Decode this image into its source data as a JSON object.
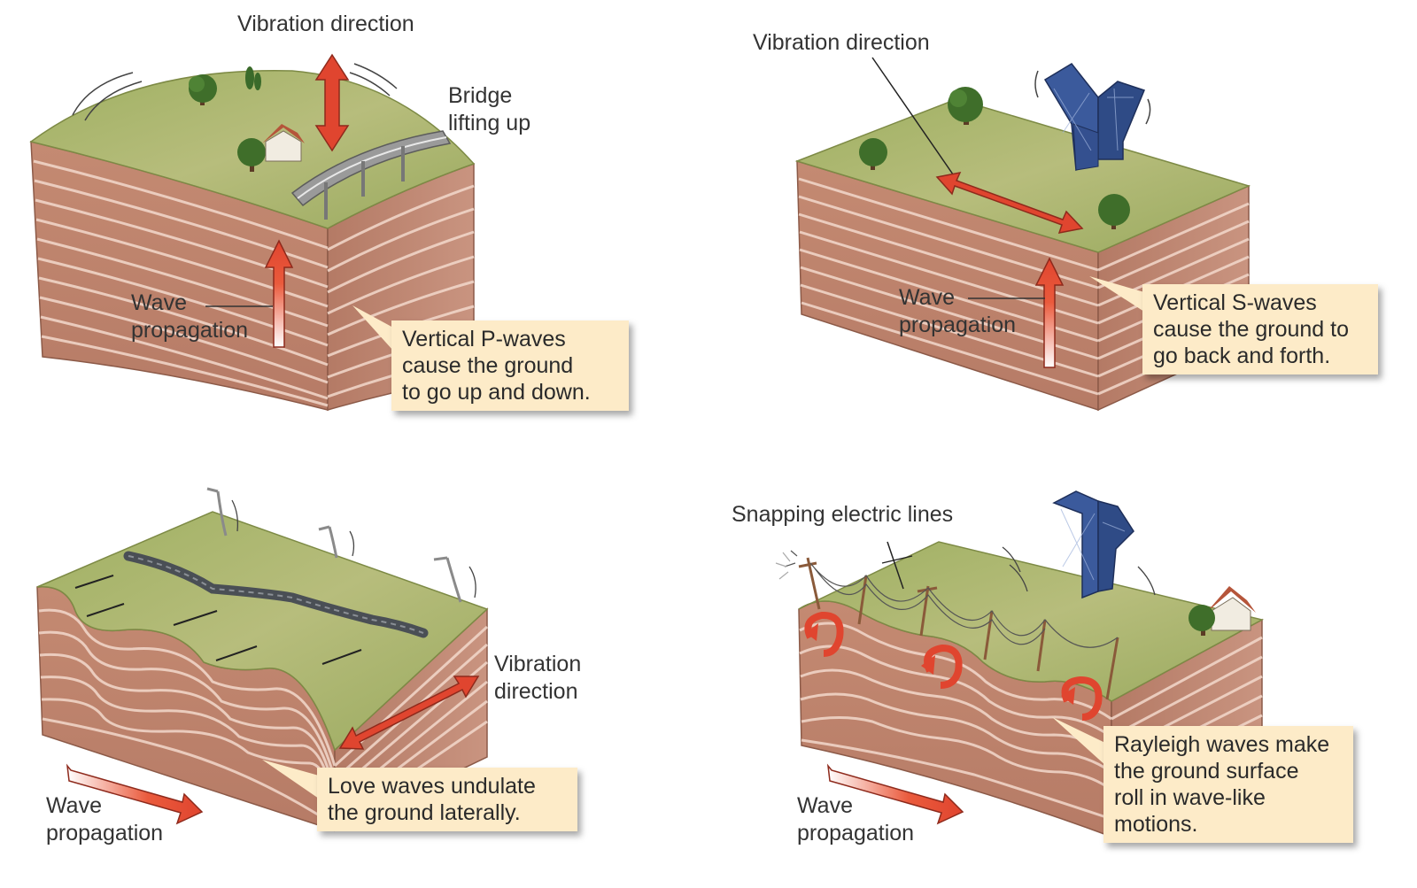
{
  "panels": {
    "p_wave": {
      "vibration_label": "Vibration direction",
      "bridge_label": "Bridge\nlifting up",
      "propagation_label": "Wave\npropagation",
      "callout": "Vertical P-waves\ncause the ground\nto go up and down."
    },
    "s_wave": {
      "vibration_label": "Vibration direction",
      "propagation_label": "Wave\npropagation",
      "callout": "Vertical S-waves\ncause the ground to\ngo back and forth."
    },
    "love_wave": {
      "vibration_label": "Vibration\ndirection",
      "propagation_label": "Wave\npropagation",
      "callout": "Love waves undulate\nthe ground laterally."
    },
    "rayleigh_wave": {
      "lines_label": "Snapping electric lines",
      "propagation_label": "Wave\npropagation",
      "callout": "Rayleigh waves make\nthe ground surface\nroll in wave-like\nmotions."
    }
  },
  "colors": {
    "earth": "#c98f77",
    "earth_side": "#b27865",
    "strata": "#f1d6c8",
    "grass": "#a3b36a",
    "arrow": "#e0452f",
    "callout_bg": "#fdebc8",
    "building": "#3b5a9c"
  }
}
